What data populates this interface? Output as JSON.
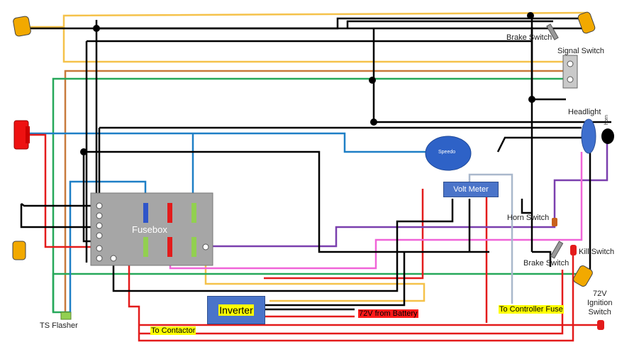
{
  "labels": {
    "brake_switch_top": "Brake Switch",
    "signal_switch": "Signal Switch",
    "headlight": "Headlight",
    "horn": "horn",
    "speedo": "Speedo",
    "volt_meter": "Volt Meter",
    "fusebox": "Fusebox",
    "horn_switch": "Horn Switch",
    "kill_switch": "Kill Switch",
    "brake_switch_bottom": "Brake Switch",
    "ignition_switch": "72V\nIgnition\nSwitch",
    "ts_flasher": "TS Flasher",
    "inverter": "Inverter",
    "battery": "72V from Battery",
    "controller_fuse": "To Controller Fuse",
    "contactor": "To Contactor"
  },
  "colors": {
    "black": "#000000",
    "yellow": "#f5c24a",
    "brown": "#c87a3c",
    "green": "#26a85a",
    "blue": "#1e7fc6",
    "red": "#e31b1b",
    "purple": "#7a3fae",
    "pink": "#f064d8",
    "gray": "#a9b8cc",
    "amber": "#f2a900",
    "fusebox_fill": "#a6a6a6",
    "node_blue": "#3e6fce"
  }
}
